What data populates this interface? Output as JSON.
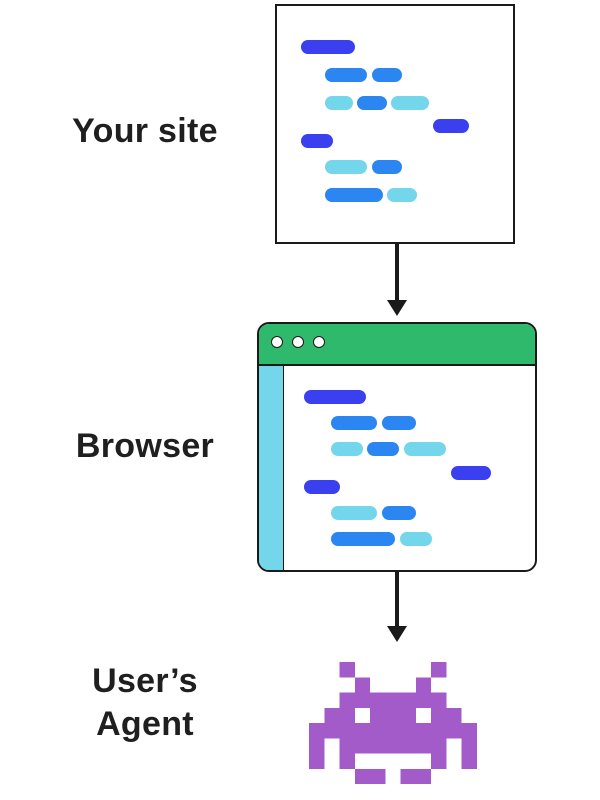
{
  "labels": {
    "site": "Your site",
    "browser": "Browser",
    "agent_line1": "User’s",
    "agent_line2": "Agent"
  },
  "colors": {
    "dark_blue": "#3a3ff0",
    "mid_blue": "#2b86f2",
    "light_blue": "#74d6ea",
    "browser_titlebar": "#2fb96c",
    "browser_sidebar": "#74d6ea",
    "agent_purple": "#a25bc9",
    "outline": "#1a1a1a"
  },
  "icons": {
    "agent": "space-invader-icon",
    "arrow": "arrow-down-icon"
  }
}
